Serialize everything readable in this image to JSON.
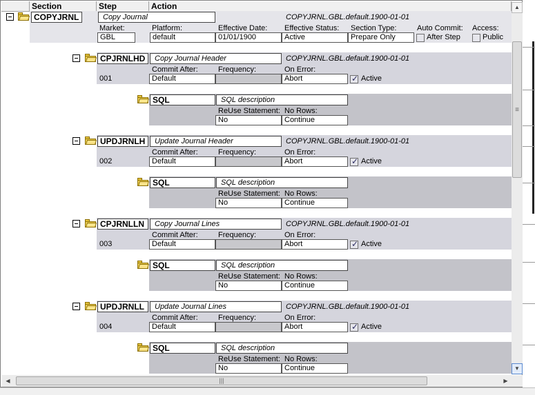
{
  "headers": {
    "section": "Section",
    "step": "Step",
    "action": "Action"
  },
  "section": {
    "name": "COPYJRNL",
    "description": "Copy Journal",
    "owner": "COPYJRNL.GBL.default.1900-01-01",
    "labels": {
      "market": "Market:",
      "platform": "Platform:",
      "effective_date": "Effective Date:",
      "effective_status": "Effective Status:",
      "section_type": "Section Type:",
      "auto_commit": "Auto Commit:",
      "access": "Access:"
    },
    "market": "GBL",
    "platform": "default",
    "effective_date": "01/01/1900",
    "effective_status": "Active",
    "section_type": "Prepare Only",
    "after_step_label": "After Step",
    "public_label": "Public"
  },
  "step_labels": {
    "commit_after": "Commit After:",
    "frequency": "Frequency:",
    "on_error": "On Error:",
    "active": "Active"
  },
  "action_labels": {
    "reuse": "ReUse Statement:",
    "no_rows": "No Rows:"
  },
  "steps": [
    {
      "name": "CPJRNLHD",
      "description": "Copy Journal Header",
      "owner": "COPYJRNL.GBL.default.1900-01-01",
      "number": "001",
      "commit_after": "Default",
      "frequency": "",
      "on_error": "Abort",
      "action": {
        "name": "SQL",
        "description": "SQL description",
        "reuse": "No",
        "no_rows": "Continue"
      }
    },
    {
      "name": "UPDJRNLH",
      "description": "Update Journal Header",
      "owner": "COPYJRNL.GBL.default.1900-01-01",
      "number": "002",
      "commit_after": "Default",
      "frequency": "",
      "on_error": "Abort",
      "action": {
        "name": "SQL",
        "description": "SQL description",
        "reuse": "No",
        "no_rows": "Continue"
      }
    },
    {
      "name": "CPJRNLLN",
      "description": "Copy Journal Lines",
      "owner": "COPYJRNL.GBL.default.1900-01-01",
      "number": "003",
      "commit_after": "Default",
      "frequency": "",
      "on_error": "Abort",
      "action": {
        "name": "SQL",
        "description": "SQL description",
        "reuse": "No",
        "no_rows": "Continue"
      }
    },
    {
      "name": "UPDJRNLL",
      "description": "Update Journal Lines",
      "owner": "COPYJRNL.GBL.default.1900-01-01",
      "number": "004",
      "commit_after": "Default",
      "frequency": "",
      "on_error": "Abort",
      "action": {
        "name": "SQL",
        "description": "SQL description",
        "reuse": "No",
        "no_rows": "Continue"
      }
    }
  ],
  "scrollbar": {
    "grip": "≡",
    "h_grip": "|||"
  },
  "colors": {
    "band": "#d5d5dd",
    "action_band": "#c3c3c9",
    "folder": "#f2d45a"
  }
}
